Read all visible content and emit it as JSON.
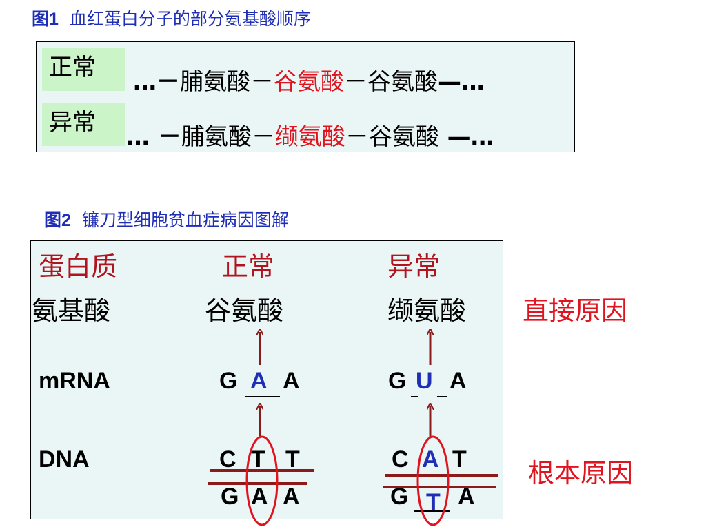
{
  "fig1": {
    "title_num": "图1",
    "title_text": "血红蛋白分子的部分氨基酸顺序",
    "rows": [
      {
        "label": "正常",
        "prefix": "…－",
        "a1": "脯氨酸",
        "dash1": "－",
        "a2": "谷氨酸",
        "dash2": "－",
        "a3": "谷氨酸",
        "suffix": "—…"
      },
      {
        "label": "异常",
        "prefix": "… －",
        "a1": "脯氨酸",
        "dash1": "－",
        "a2": "缬氨酸",
        "dash2": "－",
        "a3": "谷氨酸",
        "suffix": " —…"
      }
    ]
  },
  "fig2": {
    "title_num": "图2",
    "title_text": "镰刀型细胞贫血症病因图解",
    "headers": {
      "protein": "蛋白质",
      "normal": "正常",
      "abnormal": "异常"
    },
    "amino": {
      "label": "氨基酸",
      "normal": "谷氨酸",
      "abnormal": "缬氨酸"
    },
    "mrna": {
      "label": "mRNA",
      "normal": [
        "G",
        "A",
        "A"
      ],
      "abnormal": [
        "G",
        "U",
        "A"
      ]
    },
    "dna": {
      "label": "DNA",
      "normal_top": [
        "C",
        "T",
        "T"
      ],
      "normal_bottom": [
        "G",
        "A",
        "A"
      ],
      "abnormal_top": [
        "C",
        "A",
        "T"
      ],
      "abnormal_bottom": [
        "G",
        "T",
        "A"
      ]
    },
    "direct_cause": "直接原因",
    "root_cause": "根本原因"
  },
  "colors": {
    "title_blue": "#1f2fb5",
    "highlight_red": "#e0141e",
    "header_darkred": "#b0141e",
    "panel_bg": "#eaf6f6",
    "tag_green": "#ccf4c9",
    "arrow_darkred": "#8b1a1a",
    "base_blue": "#1f2fb5"
  }
}
